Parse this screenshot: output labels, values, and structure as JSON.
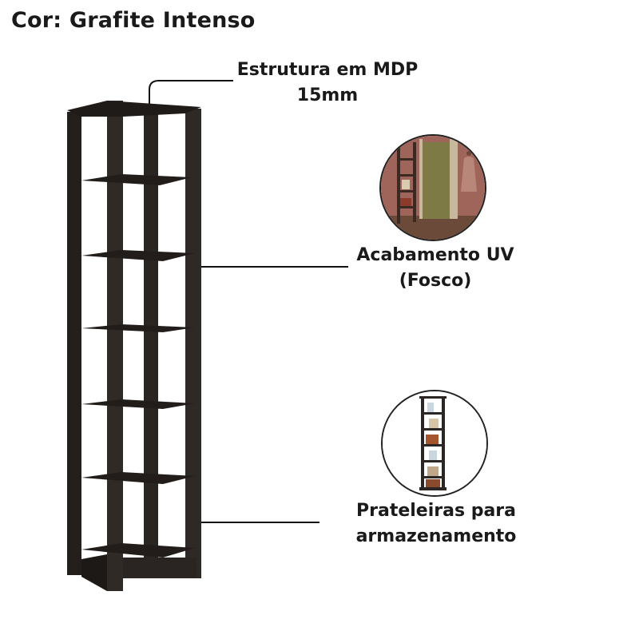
{
  "header": {
    "color_label": "Cor: Grafite Intenso"
  },
  "callouts": {
    "structure": {
      "line1": "Estrutura em MDP",
      "line2": "15mm"
    },
    "finish": {
      "line1": "Acabamento UV",
      "line2": "(Fosco)"
    },
    "shelves": {
      "line1": "Prateleiras para",
      "line2": "armazenamento"
    }
  },
  "colors": {
    "furniture": "#2b2623",
    "furniture_shade": "#1c1816",
    "room_wall": "#a0655a",
    "room_floor": "#6b4a3a",
    "mirror": "#7d7a45"
  },
  "icons": [
    "shelf-product-image",
    "room-scene-inset",
    "shelf-inset"
  ]
}
